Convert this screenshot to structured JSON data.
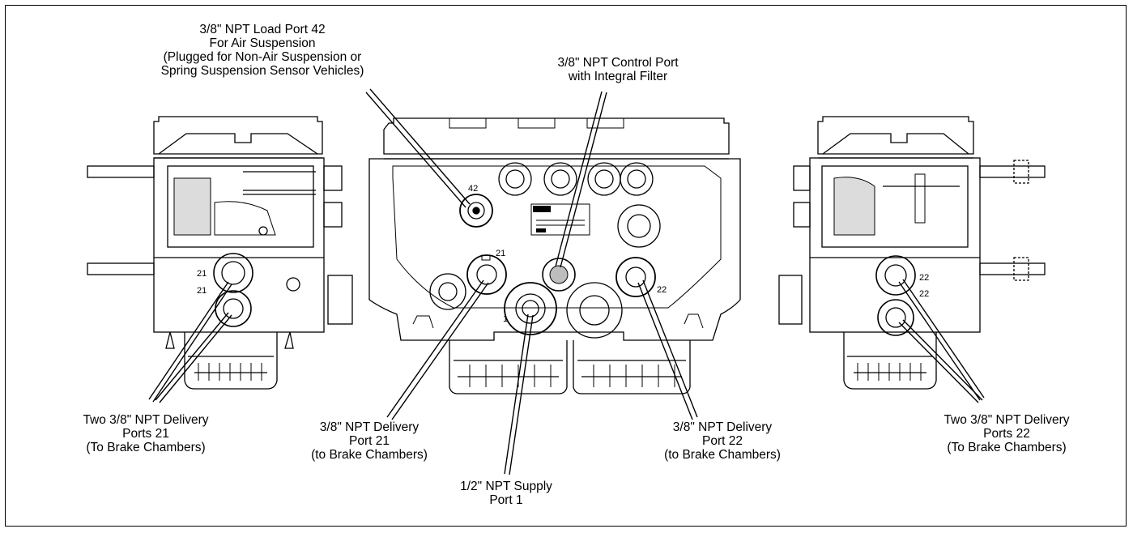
{
  "callouts": {
    "load_port": [
      "3/8\" NPT Load Port 42",
      "For Air Suspension",
      "(Plugged for Non-Air Suspension or",
      "Spring Suspension Sensor Vehicles)"
    ],
    "control_port": [
      "3/8\" NPT Control Port",
      "with Integral Filter"
    ],
    "left_delivery": [
      "Two 3/8\" NPT Delivery",
      "Ports 21",
      "(To Brake Chambers)"
    ],
    "delivery_21": [
      "3/8\" NPT Delivery",
      "Port 21",
      "(to Brake Chambers)"
    ],
    "supply": [
      "1/2\" NPT Supply",
      "Port 1"
    ],
    "delivery_22": [
      "3/8\" NPT Delivery",
      "Port 22",
      "(to Brake Chambers)"
    ],
    "right_delivery": [
      "Two 3/8\" NPT Delivery",
      "Ports 22",
      "(To Brake Chambers)"
    ]
  },
  "port_marks": {
    "p42": "42",
    "p21": "21",
    "p22": "22",
    "p1": "1",
    "left_21a": "21",
    "left_21b": "21",
    "right_22a": "22",
    "right_22b": "22"
  },
  "colors": {
    "line": "#000000",
    "background": "#ffffff",
    "shade": "#dcdcdc"
  }
}
